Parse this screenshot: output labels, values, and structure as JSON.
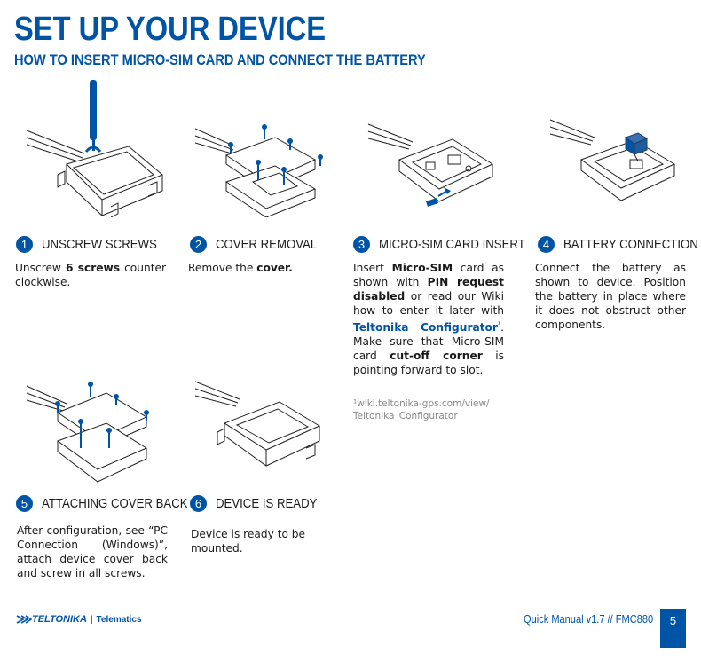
{
  "header": {
    "title": "SET UP YOUR DEVICE",
    "subtitle": "HOW TO INSERT MICRO-SIM CARD AND CONNECT THE BATTERY"
  },
  "steps": [
    {
      "number": "1",
      "title": "UNSCREW SCREWS"
    },
    {
      "number": "2",
      "title": "COVER REMOVAL"
    },
    {
      "number": "3",
      "title": "MICRO-SIM CARD INSERT"
    },
    {
      "number": "4",
      "title": "BATTERY CONNECTION"
    },
    {
      "number": "5",
      "title": "ATTACHING COVER BACK"
    },
    {
      "number": "6",
      "title": "DEVICE IS READY"
    }
  ],
  "descriptions": {
    "s1": {
      "a": "Unscrew ",
      "b": "6 screws",
      "c": " counter clockwise."
    },
    "s2": {
      "a": "Remove the ",
      "b": "cover."
    },
    "s3": {
      "a": "Insert ",
      "b": "Micro-SIM",
      "c": " card as shown with ",
      "d": "PIN request disabled",
      "e": " or read our Wiki how to enter it later with ",
      "f": "Teltonika Configurator",
      "g": "¹",
      "h": ". Make sure that Micro-SIM card ",
      "i": "cut-off corner",
      "j": " is pointing forward to slot."
    },
    "s4": {
      "a": "Connect the battery as shown to device. Position the battery in place where it does not obstruct other components."
    },
    "s5": {
      "a": "After configuration, see “PC Connection (Windows)”, attach device cover back and screw in all screws."
    },
    "s6": {
      "a": "Device is ready to be mounted."
    }
  },
  "footnote": "¹wiki.teltonika-gps.com/view/ Teltonika_Configurator",
  "footer": {
    "logo_text": "TELTONIKA",
    "separator": "|",
    "division": "Telematics",
    "manual": "Quick Manual v1.7 // FMC880",
    "page": "5"
  },
  "colors": {
    "accent": "#0054a6"
  }
}
